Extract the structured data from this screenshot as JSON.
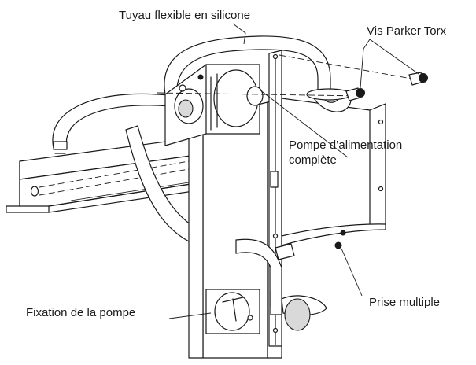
{
  "labels": {
    "hose": "Tuyau flexible en silicone",
    "screws": "Vis Parker Torx",
    "pump_line1": "Pompe d’alimentation",
    "pump_line2": "complète",
    "connector": "Prise multiple",
    "bracket": "Fixation de la pompe"
  },
  "colors": {
    "ink": "#1a1a1a",
    "shade": "#d9d9d9",
    "background": "#ffffff"
  }
}
